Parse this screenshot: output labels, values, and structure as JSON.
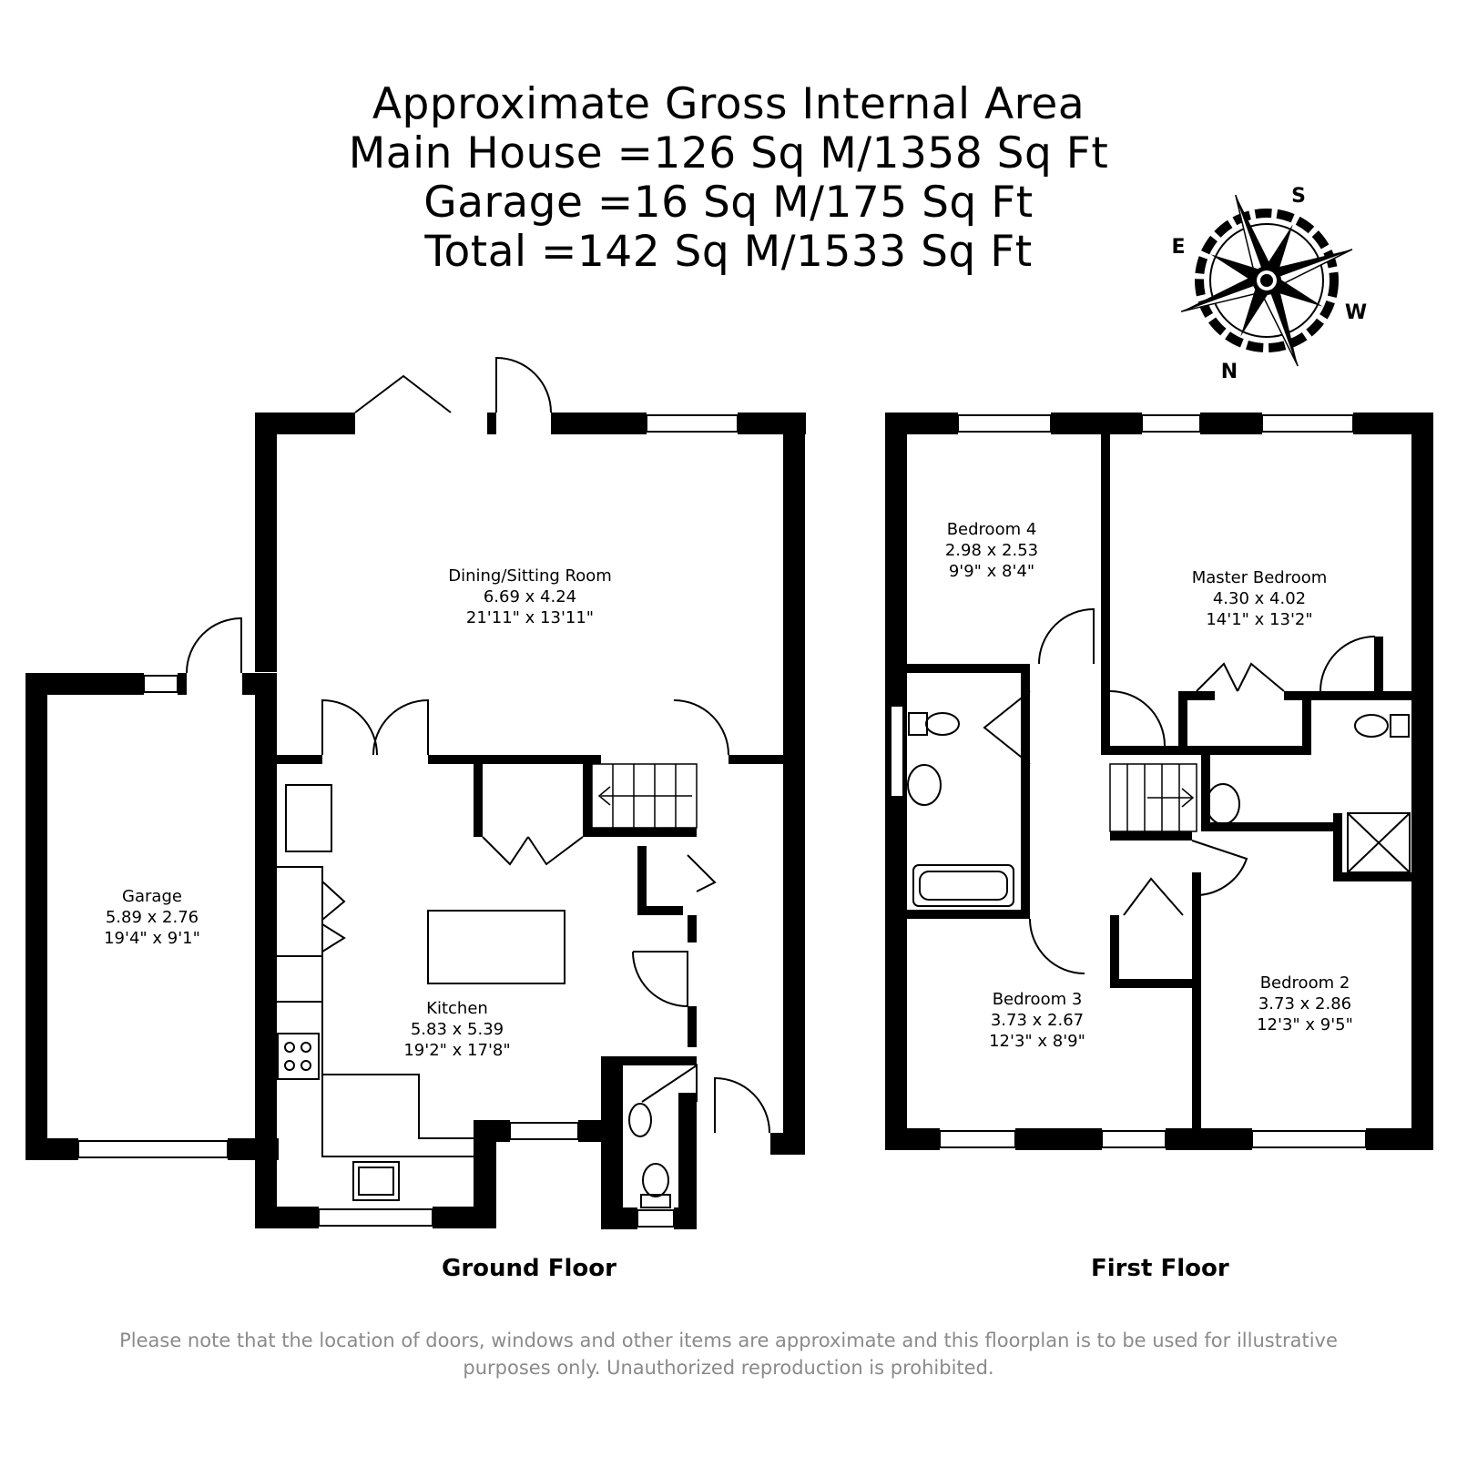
{
  "header": {
    "line1": "Approximate Gross Internal Area",
    "line2": "Main House =126 Sq M/1358 Sq Ft",
    "line3": "Garage =16 Sq M/175 Sq Ft",
    "line4": "Total =142 Sq M/1533 Sq Ft"
  },
  "compass": {
    "s": "S",
    "e": "E",
    "w": "W",
    "n": "N"
  },
  "ground_floor": {
    "label": "Ground Floor",
    "rooms": [
      {
        "name": "Dining/Sitting Room",
        "metric": "6.69 x 4.24",
        "imperial": "21'11\" x 13'11\""
      },
      {
        "name": "Garage",
        "metric": "5.89 x 2.76",
        "imperial": "19'4\" x 9'1\""
      },
      {
        "name": "Kitchen",
        "metric": "5.83 x 5.39",
        "imperial": "19'2\" x 17'8\""
      }
    ]
  },
  "first_floor": {
    "label": "First Floor",
    "rooms": [
      {
        "name": "Bedroom 4",
        "metric": "2.98 x 2.53",
        "imperial": "9'9\" x 8'4\""
      },
      {
        "name": "Master Bedroom",
        "metric": "4.30 x 4.02",
        "imperial": "14'1\" x 13'2\""
      },
      {
        "name": "Bedroom 3",
        "metric": "3.73 x 2.67",
        "imperial": "12'3\" x 8'9\""
      },
      {
        "name": "Bedroom 2",
        "metric": "3.73 x 2.86",
        "imperial": "12'3\" x 9'5\""
      }
    ]
  },
  "disclaimer": {
    "line1": "Please note that the location of doors, windows and other items are approximate and this floorplan is to be used for illustrative",
    "line2": "purposes only. Unauthorized reproduction is prohibited."
  }
}
